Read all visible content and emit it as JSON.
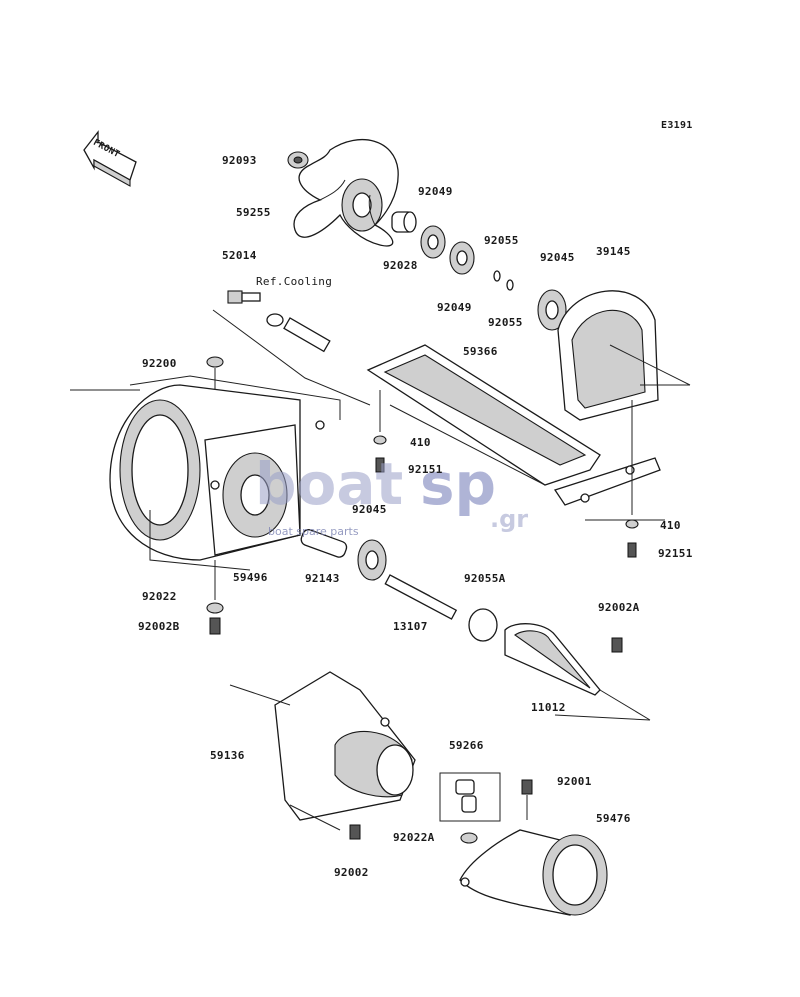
{
  "diagram": {
    "code": "E3191",
    "front_label": "FRONT",
    "ref_cooling": "Ref.Cooling",
    "watermark": {
      "brand_boat": "boat",
      "brand_sp": "sp",
      "domain": ".gr",
      "tagline": "boat spare parts"
    },
    "callouts": [
      {
        "id": "92093",
        "text": "92093"
      },
      {
        "id": "59255",
        "text": "59255"
      },
      {
        "id": "92049a",
        "text": "92049"
      },
      {
        "id": "92028",
        "text": "92028"
      },
      {
        "id": "92049b",
        "text": "92049"
      },
      {
        "id": "92055a",
        "text": "92055"
      },
      {
        "id": "92055b",
        "text": "92055"
      },
      {
        "id": "92045a",
        "text": "92045"
      },
      {
        "id": "39145",
        "text": "39145"
      },
      {
        "id": "52014",
        "text": "52014"
      },
      {
        "id": "59366",
        "text": "59366"
      },
      {
        "id": "92200",
        "text": "92200"
      },
      {
        "id": "410a",
        "text": "410"
      },
      {
        "id": "92151a",
        "text": "92151"
      },
      {
        "id": "92045b",
        "text": "92045"
      },
      {
        "id": "59496",
        "text": "59496"
      },
      {
        "id": "92143",
        "text": "92143"
      },
      {
        "id": "92022",
        "text": "92022"
      },
      {
        "id": "92002B",
        "text": "92002B"
      },
      {
        "id": "13107",
        "text": "13107"
      },
      {
        "id": "92055A",
        "text": "92055A"
      },
      {
        "id": "410b",
        "text": "410"
      },
      {
        "id": "92151b",
        "text": "92151"
      },
      {
        "id": "92002A",
        "text": "92002A"
      },
      {
        "id": "11012",
        "text": "11012"
      },
      {
        "id": "59136",
        "text": "59136"
      },
      {
        "id": "59266",
        "text": "59266"
      },
      {
        "id": "92001",
        "text": "92001"
      },
      {
        "id": "59476",
        "text": "59476"
      },
      {
        "id": "92022A",
        "text": "92022A"
      },
      {
        "id": "92002",
        "text": "92002"
      }
    ]
  }
}
